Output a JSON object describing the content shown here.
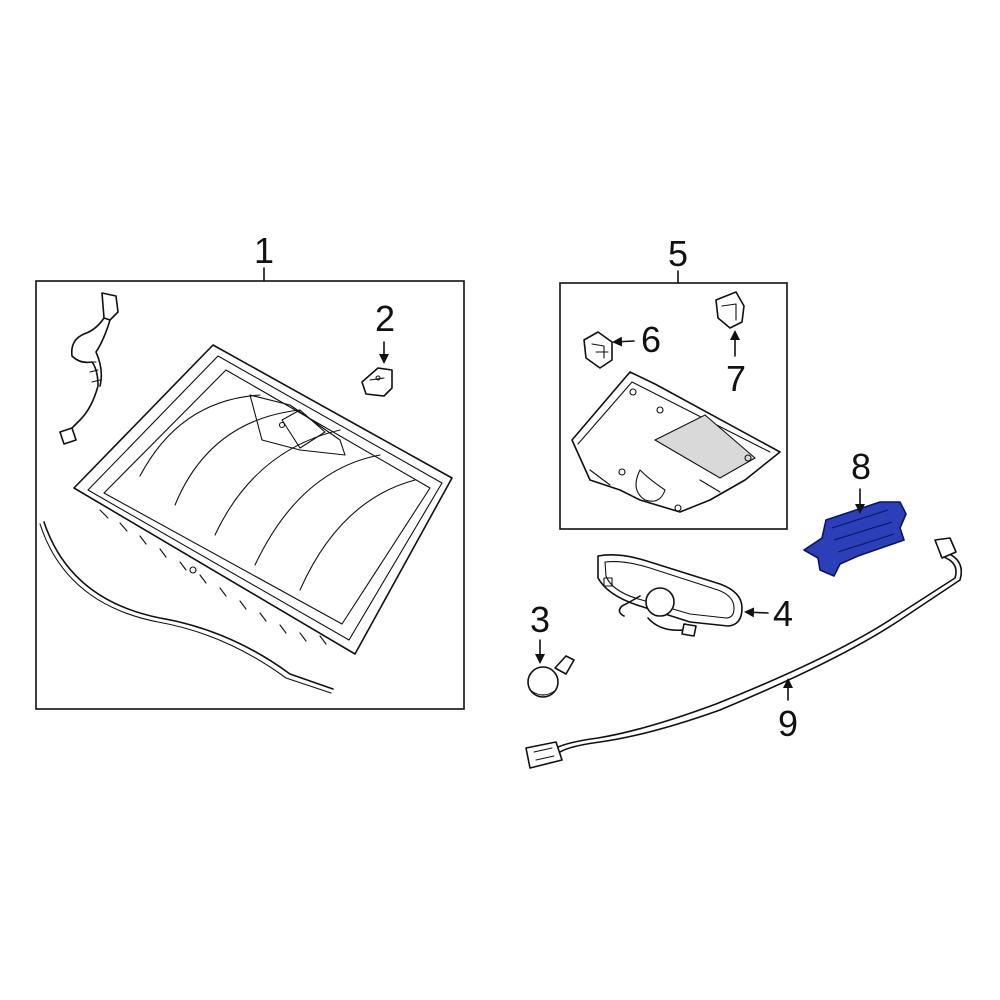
{
  "callouts": {
    "c1": "1",
    "c2": "2",
    "c3": "3",
    "c4": "4",
    "c5": "5",
    "c6": "6",
    "c7": "7",
    "c8": "8",
    "c9": "9"
  },
  "colors": {
    "line": "#111111",
    "highlight_part_fill": "#2b3fb8",
    "highlight_part_stroke": "#0b1466",
    "background": "#ffffff"
  }
}
